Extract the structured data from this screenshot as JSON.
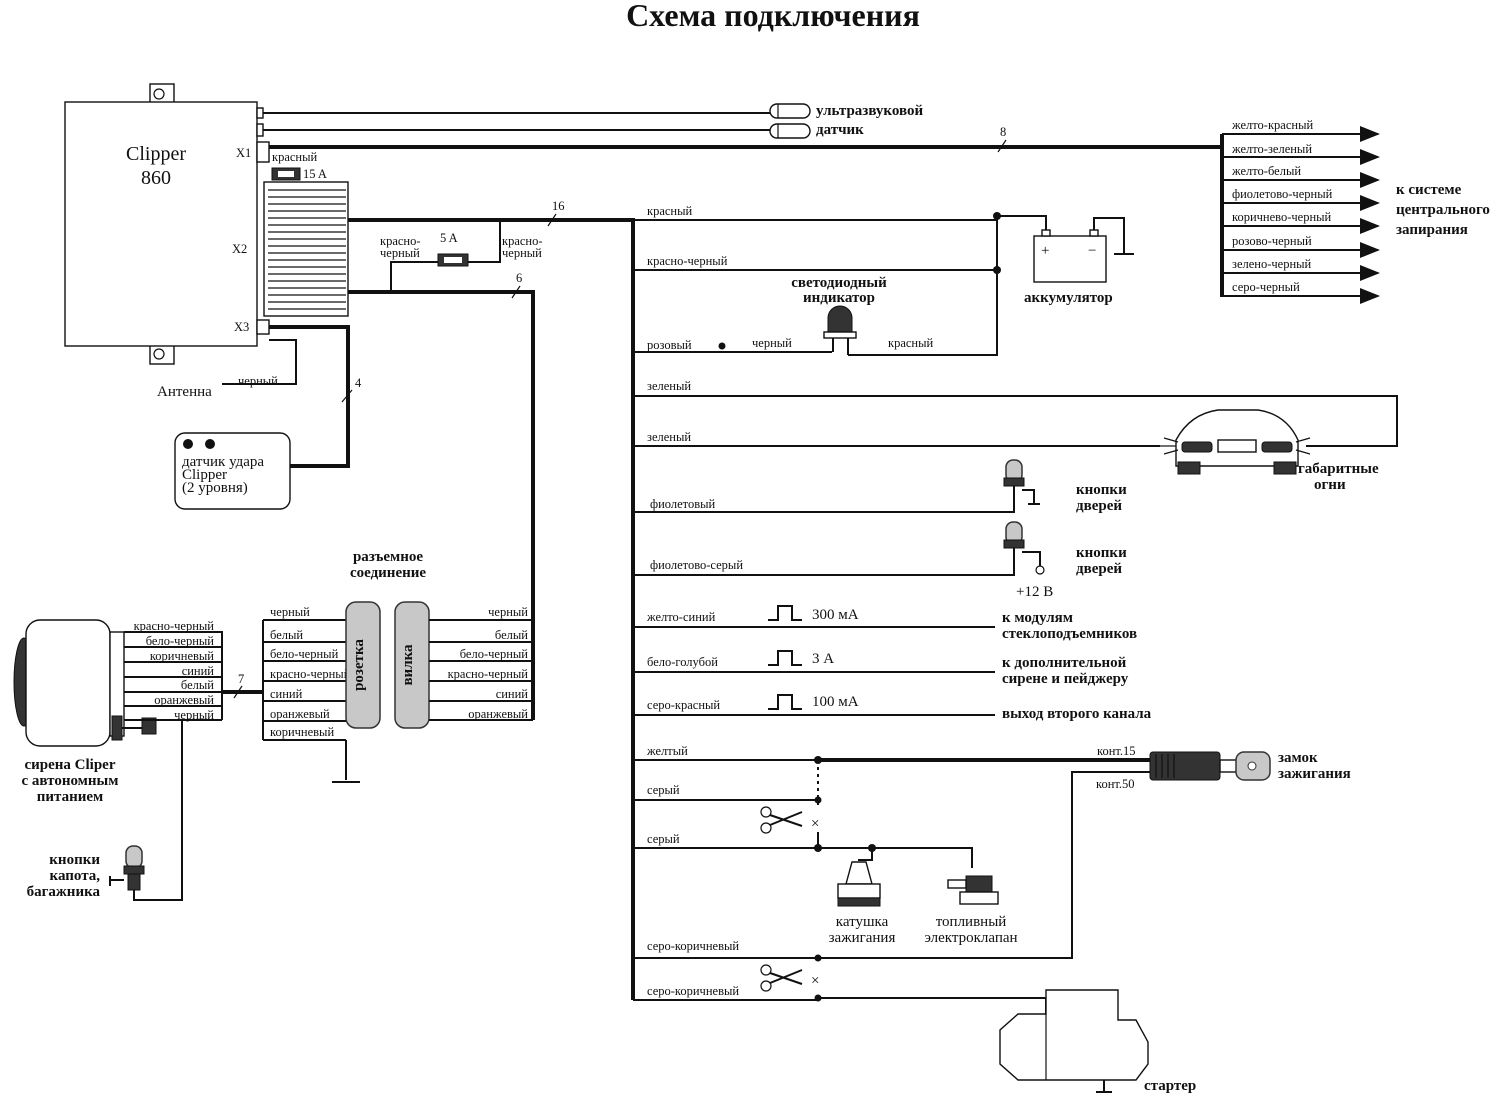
{
  "title": "Схема подключения",
  "unit": {
    "name_line1": "Clipper",
    "name_line2": "860",
    "x1": "X1",
    "x2": "X2",
    "x3": "X3"
  },
  "fuses": {
    "fuse15": "15 A",
    "fuse5": "5 A"
  },
  "top": {
    "ultrasonic_line1": "ультразвуковой",
    "ultrasonic_line2": "датчик",
    "wire_red": "красный",
    "bundle8": "8",
    "bundle16": "16",
    "bundle6": "6",
    "bundle4": "4",
    "bundle7": "7",
    "red_black_left_1": "красно-",
    "red_black_left_2": "черный",
    "red_black_right_1": "красно-",
    "red_black_right_2": "черный",
    "antenna": "Антенна",
    "antenna_wire": "черный"
  },
  "central_locking": {
    "wires": [
      "желто-красный",
      "желто-зеленый",
      "желто-белый",
      "фиолетово-черный",
      "коричнево-черный",
      "розово-черный",
      "зелено-черный",
      "серо-черный"
    ],
    "label_line1": "к системе",
    "label_line2": "центрального",
    "label_line3": "запирания"
  },
  "shock_sensor": {
    "line1": "датчик удара",
    "line2": "Clipper",
    "line3": "(2 уровня)"
  },
  "right_wires": {
    "red": "красный",
    "red_black": "красно-черный",
    "pink": "розовый",
    "black": "черный",
    "red2": "красный",
    "led_line1": "светодиодный",
    "led_line2": "индикатор",
    "battery": "аккумулятор",
    "plus": "+",
    "minus": "−",
    "green1": "зеленый",
    "green2": "зеленый",
    "parking_line1": "габаритные",
    "parking_line2": "огни",
    "violet": "фиолетовый",
    "violet_grey": "фиолетово-серый",
    "doors1_line1": "кнопки",
    "doors1_line2": "дверей",
    "doors2_line1": "кнопки",
    "doors2_line2": "дверей",
    "plus12": "+12 В",
    "yellow_blue": "желто-синий",
    "ma300": "300 мА",
    "windows_line1": "к модулям",
    "windows_line2": "стеклоподъемников",
    "white_blue": "бело-голубой",
    "a3": "3 А",
    "siren_line1": "к дополнительной",
    "siren_line2": "сирене и пейджеру",
    "grey_red": "серо-красный",
    "ma100": "100 мА",
    "channel2": "выход второго канала",
    "yellow": "желтый",
    "grey1": "серый",
    "grey2": "серый",
    "kont15": "конт.15",
    "kont50": "конт.50",
    "ignition_line1": "замок",
    "ignition_line2": "зажигания",
    "coil_line1": "катушка",
    "coil_line2": "зажигания",
    "fuel_line1": "топливный",
    "fuel_line2": "электроклапан",
    "grey_brown1": "серо-коричневый",
    "grey_brown2": "серо-коричневый",
    "starter": "стартер"
  },
  "connector": {
    "title_line1": "разъемное",
    "title_line2": "соединение",
    "socket": "розетка",
    "plug": "вилка",
    "left_wires": [
      "черный",
      "белый",
      "бело-черный",
      "красно-черный",
      "синий",
      "оранжевый",
      "коричневый"
    ],
    "right_wires": [
      "черный",
      "белый",
      "бело-черный",
      "красно-черный",
      "синий",
      "оранжевый"
    ]
  },
  "siren": {
    "wires": [
      "красно-черный",
      "бело-черный",
      "коричневый",
      "синий",
      "белый",
      "оранжевый",
      "черный"
    ],
    "label_line1": "сирена Cliper",
    "label_line2": "с автономным",
    "label_line3": "питанием"
  },
  "hood": {
    "line1": "кнопки",
    "line2": "капота,",
    "line3": "багажника"
  }
}
